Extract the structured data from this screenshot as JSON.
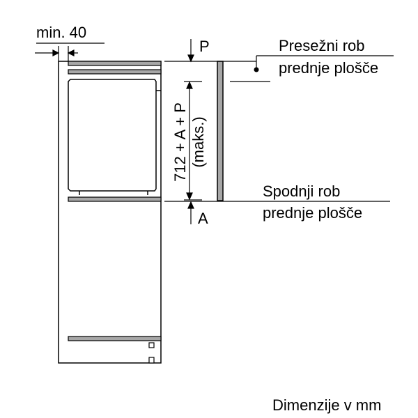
{
  "labels": {
    "min_clearance": "min. 40",
    "top_edge_letter": "P",
    "bottom_edge_letter": "A",
    "top_edge_line1": "Presežni rob",
    "top_edge_line2": "prednje plošče",
    "bottom_edge_line1": "Spodnji rob",
    "bottom_edge_line2": "prednje plošče",
    "height_line1": "712 + A + P",
    "height_line2": "(maks.)",
    "units_note": "Dimenzije v mm"
  },
  "colors": {
    "line": "#000000",
    "panel_fill": "#a7a7a7",
    "background": "#ffffff"
  }
}
